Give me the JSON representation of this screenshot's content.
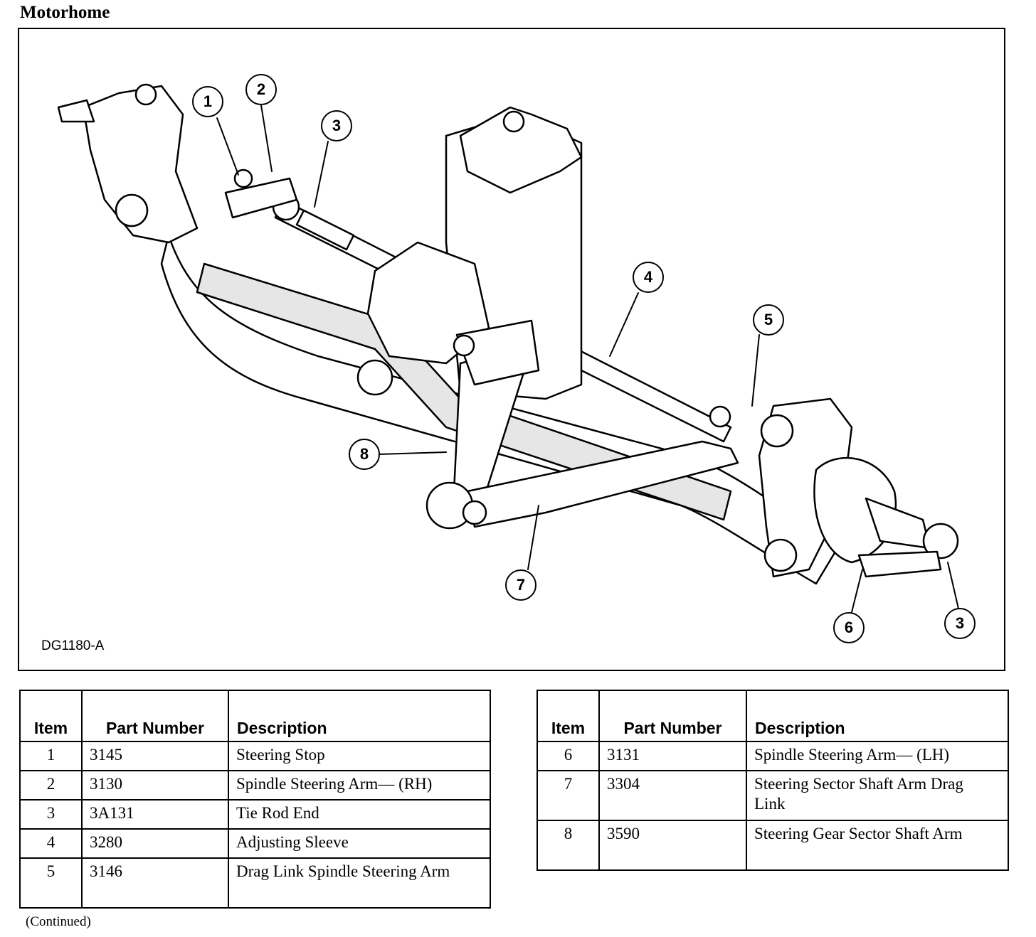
{
  "page": {
    "heading": "Motorhome",
    "figure_id": "DG1180-A",
    "continued_note": "(Continued)"
  },
  "callouts": [
    "1",
    "2",
    "3",
    "4",
    "5",
    "6",
    "7",
    "8",
    "3"
  ],
  "parts_tables": [
    {
      "headers": {
        "item": "Item",
        "part_number": "Part Number",
        "description": "Description"
      },
      "rows": [
        {
          "item": "1",
          "part_number": "3145",
          "description": "Steering Stop"
        },
        {
          "item": "2",
          "part_number": "3130",
          "description": "Spindle Steering Arm— (RH)"
        },
        {
          "item": "3",
          "part_number": "3A131",
          "description": "Tie Rod End"
        },
        {
          "item": "4",
          "part_number": "3280",
          "description": "Adjusting Sleeve"
        },
        {
          "item": "5",
          "part_number": "3146",
          "description": "Drag Link Spindle Steering Arm"
        }
      ]
    },
    {
      "headers": {
        "item": "Item",
        "part_number": "Part Number",
        "description": "Description"
      },
      "rows": [
        {
          "item": "6",
          "part_number": "3131",
          "description": "Spindle Steering Arm— (LH)"
        },
        {
          "item": "7",
          "part_number": "3304",
          "description": "Steering Sector Shaft Arm Drag Link"
        },
        {
          "item": "8",
          "part_number": "3590",
          "description": "Steering Gear Sector Shaft Arm"
        }
      ]
    }
  ],
  "colors": {
    "line": "#000000",
    "part_fill": "#ffffff",
    "shade": "#e6e6e6"
  }
}
